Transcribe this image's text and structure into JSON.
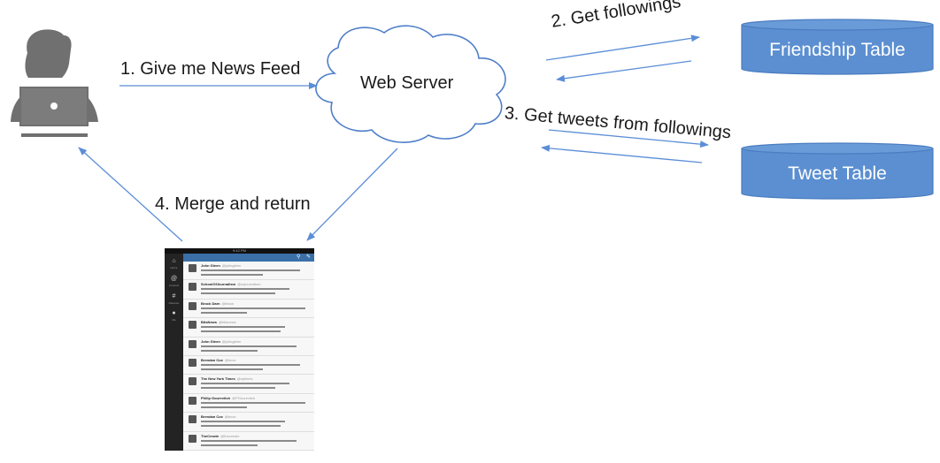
{
  "steps": {
    "step1": "1. Give me News Feed",
    "step2": "2. Get followings",
    "step3": "3. Get tweets from followings",
    "step4": "4. Merge and return"
  },
  "nodes": {
    "user_icon": "user-with-laptop-icon",
    "web_server": "Web Server",
    "friendship_table": "Friendship Table",
    "tweet_table": "Tweet Table"
  },
  "colors": {
    "arrow": "#5b8ed6",
    "database_fill": "#5b8fd1",
    "database_stroke": "#4a7cc0",
    "user_icon": "#707070",
    "cloud_stroke": "#4f7fc9"
  },
  "phone": {
    "status_text": "9:42 PM",
    "rail_items": [
      "Home",
      "Connect",
      "Discover",
      "Me"
    ],
    "topbar_icons": [
      "search-icon",
      "compose-icon"
    ],
    "tweets": [
      {
        "name": "John Gleen",
        "handle": "@johngleen"
      },
      {
        "name": "SchoolOfJournalism",
        "handle": "@sojournalism"
      },
      {
        "name": "Brock Darn",
        "handle": "@brock"
      },
      {
        "name": "BitsNews",
        "handle": "@bitsnews"
      },
      {
        "name": "John Gleen",
        "handle": "@johngleen"
      },
      {
        "name": "Brendan Cox",
        "handle": "@bcox"
      },
      {
        "name": "The New York Times",
        "handle": "@nytimes"
      },
      {
        "name": "Philip Gourevitch",
        "handle": "@PGourevitch"
      },
      {
        "name": "Brendan Cox",
        "handle": "@bcox"
      },
      {
        "name": "TheCrewie",
        "handle": "@thecrewie"
      }
    ]
  }
}
